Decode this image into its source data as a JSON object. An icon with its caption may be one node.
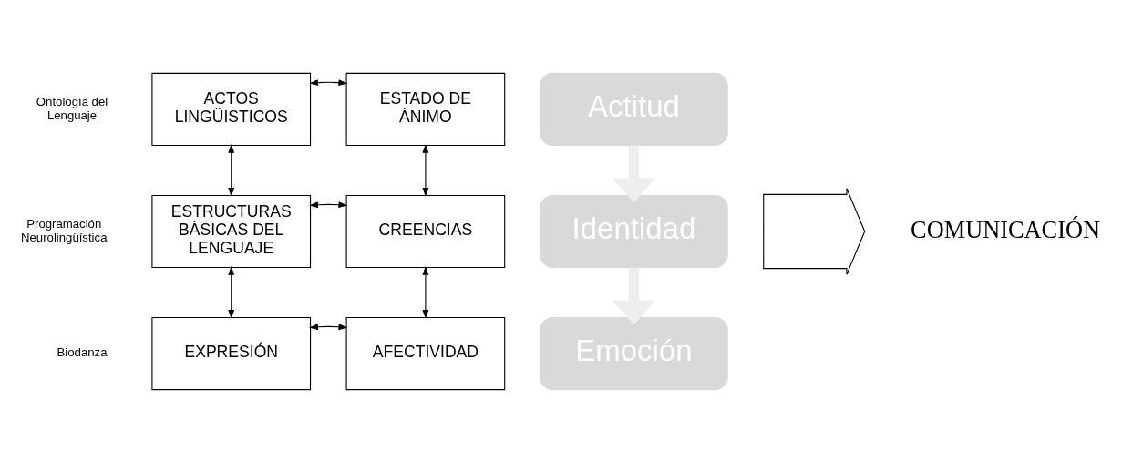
{
  "diagram": {
    "nodes": [
      {
        "text": [
          "ACTOS LINGÜISTICOS"
        ]
      },
      {
        "text": [
          "ESTADO DE ÁNIMO"
        ]
      },
      {
        "text": [
          "ESTRUCTURAS BÁSICAS DEL LENGUAJE"
        ]
      },
      {
        "text": [
          "CREENCIAS"
        ]
      },
      {
        "text": [
          "EXPRESIÓN"
        ]
      },
      {
        "text": [
          "AFECTIVIDAD"
        ]
      },
      {
        "text": [
          "Actitud"
        ]
      },
      {
        "text": [
          "Identidad"
        ]
      },
      {
        "text": [
          "Emoción"
        ]
      },
      {
        "text": [],
        "shape": "arrow"
      },
      {
        "text": [
          "COMUNICACIÓN"
        ]
      }
    ],
    "edges": [
      {
        "from": 0,
        "to": 1,
        "arrow": "both"
      },
      {
        "from": 0,
        "to": 2,
        "arrow": "both"
      },
      {
        "from": 1,
        "to": 3,
        "arrow": "both"
      },
      {
        "from": 2,
        "to": 3,
        "arrow": "both"
      },
      {
        "from": 2,
        "to": 4,
        "arrow": "both"
      },
      {
        "from": 3,
        "to": 5,
        "arrow": "both"
      },
      {
        "from": 4,
        "to": 5,
        "arrow": "both"
      },
      {
        "from": 6,
        "to": 7,
        "arrow": "to",
        "style": "thick",
        "color": "#eeeeee"
      },
      {
        "from": 7,
        "to": 8,
        "arrow": "to",
        "style": "thick",
        "color": "#eeeeee"
      }
    ],
    "labels": [
      "Ontología del Lenguaje",
      "Programación Neurolingüística",
      "Biodanza"
    ]
  }
}
